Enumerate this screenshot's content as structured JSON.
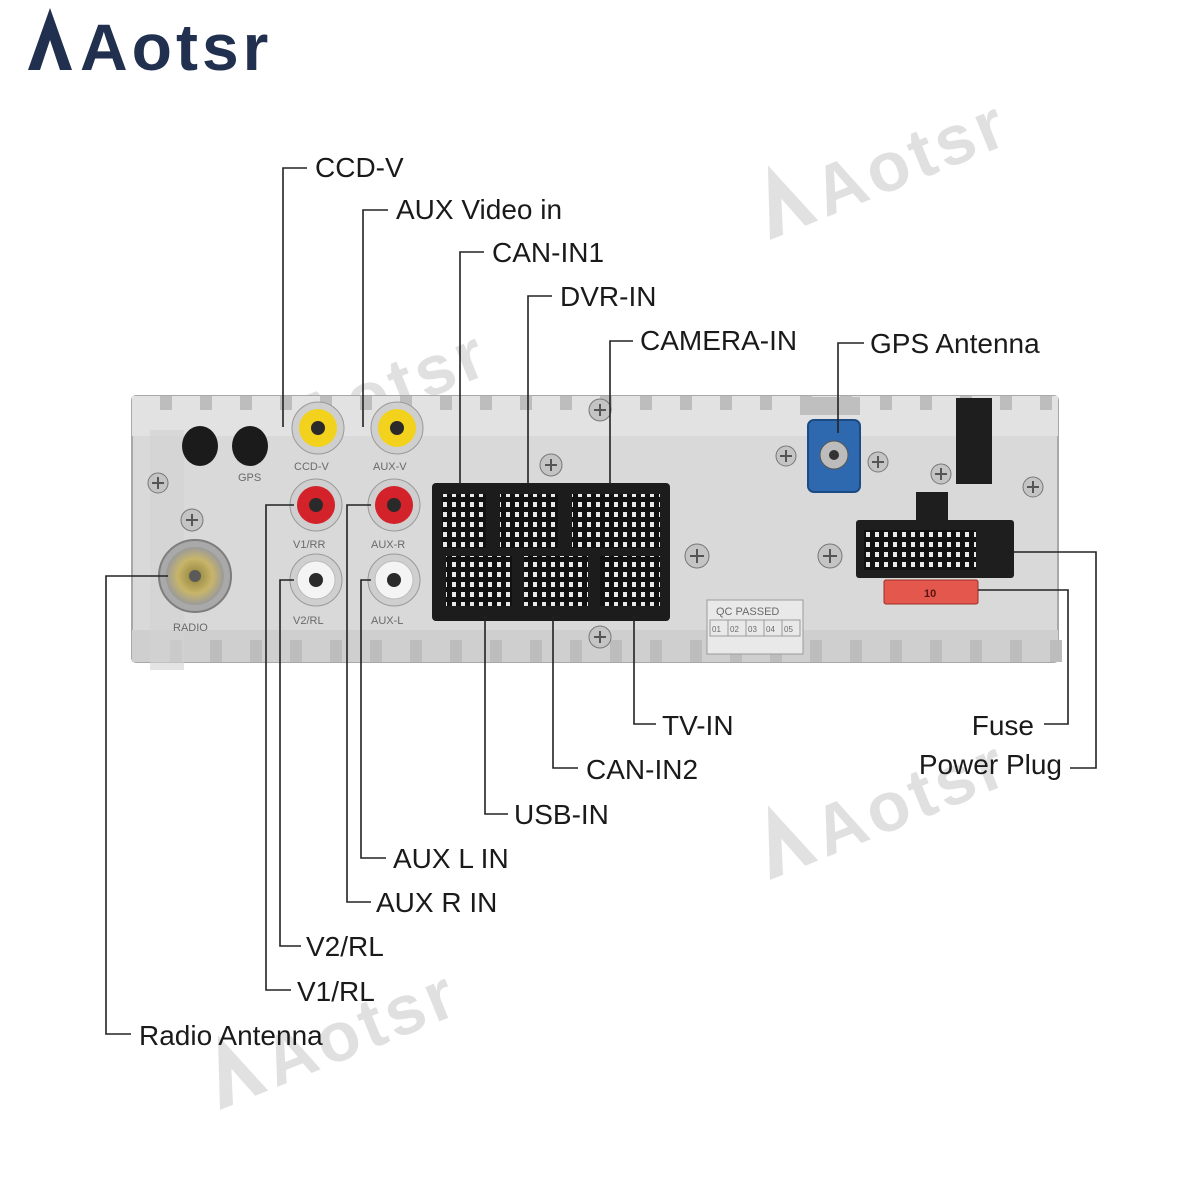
{
  "brand": {
    "logo": "Aotsr",
    "watermark": "Aotsr"
  },
  "panel_markings": {
    "gps": "GPS",
    "radio": "RADIO",
    "ccd_v": "CCD-V",
    "aux_v": "AUX-V",
    "v1_rr": "V1/RR",
    "aux_r": "AUX-R",
    "v2_rl": "V2/RL",
    "aux_l": "AUX-L",
    "qc": "QC PASSED",
    "qc_cells": [
      "01",
      "02",
      "03",
      "04",
      "05"
    ],
    "fuse_rating": "10"
  },
  "labels": {
    "ccd_v": "CCD-V",
    "aux_video_in": "AUX Video in",
    "can_in1": "CAN-IN1",
    "dvr_in": "DVR-IN",
    "camera_in": "CAMERA-IN",
    "gps_antenna": "GPS Antenna",
    "tv_in": "TV-IN",
    "can_in2": "CAN-IN2",
    "usb_in": "USB-IN",
    "aux_l_in": "AUX L IN",
    "aux_r_in": "AUX R IN",
    "v2_rl": "V2/RL",
    "v1_rl": "V1/RL",
    "radio_antenna": "Radio Antenna",
    "fuse": "Fuse",
    "power_plug": "Power Plug"
  },
  "colors": {
    "chassis": "#d9d9d9",
    "yellow_rca": "#f2d21c",
    "red_rca": "#d3222a",
    "white_rca": "#f4f4f4",
    "gps_connector": "#2e69b0",
    "fuse": "#e4574c",
    "logo": "#22304f"
  }
}
